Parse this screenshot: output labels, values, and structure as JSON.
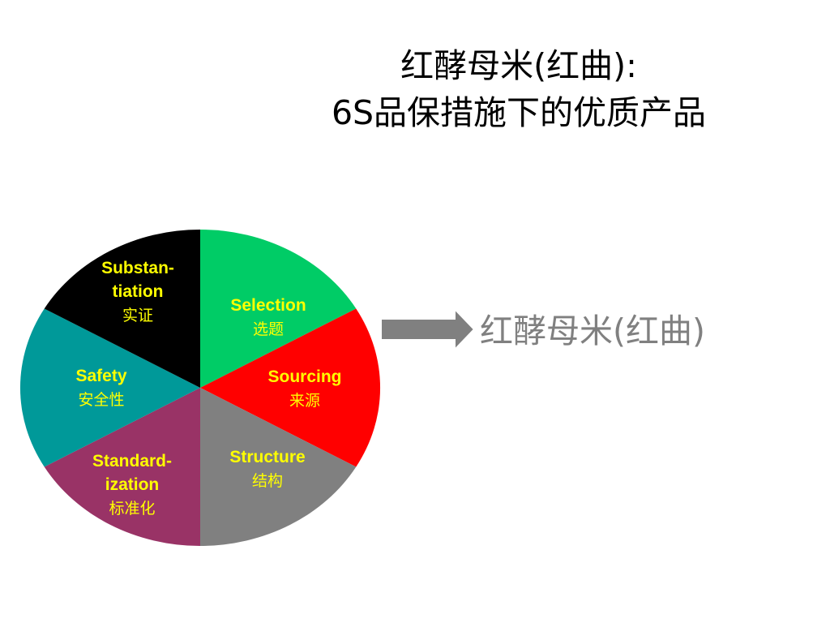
{
  "title": {
    "line1": "红酵母米(红曲):",
    "line2": "6S品保措施下的优质产品"
  },
  "wheel": {
    "segments": [
      {
        "id": "selection",
        "en": "Selection",
        "cn": "选题",
        "color": "#00cc66"
      },
      {
        "id": "sourcing",
        "en": "Sourcing",
        "cn": "来源",
        "color": "#ff0000"
      },
      {
        "id": "structure",
        "en": "Structure",
        "cn": "结构",
        "color": "#808080"
      },
      {
        "id": "standardization",
        "en1": "Standard-",
        "en2": "ization",
        "cn": "标准化",
        "color": "#993366"
      },
      {
        "id": "safety",
        "en": "Safety",
        "cn": "安全性",
        "color": "#009999"
      },
      {
        "id": "substantiation",
        "en1": "Substan-",
        "en2": "tiation",
        "cn": "实证",
        "color": "#000000"
      }
    ],
    "label_color": "#ffff00"
  },
  "arrow_color": "#808080",
  "product": "红酵母米(红曲)"
}
